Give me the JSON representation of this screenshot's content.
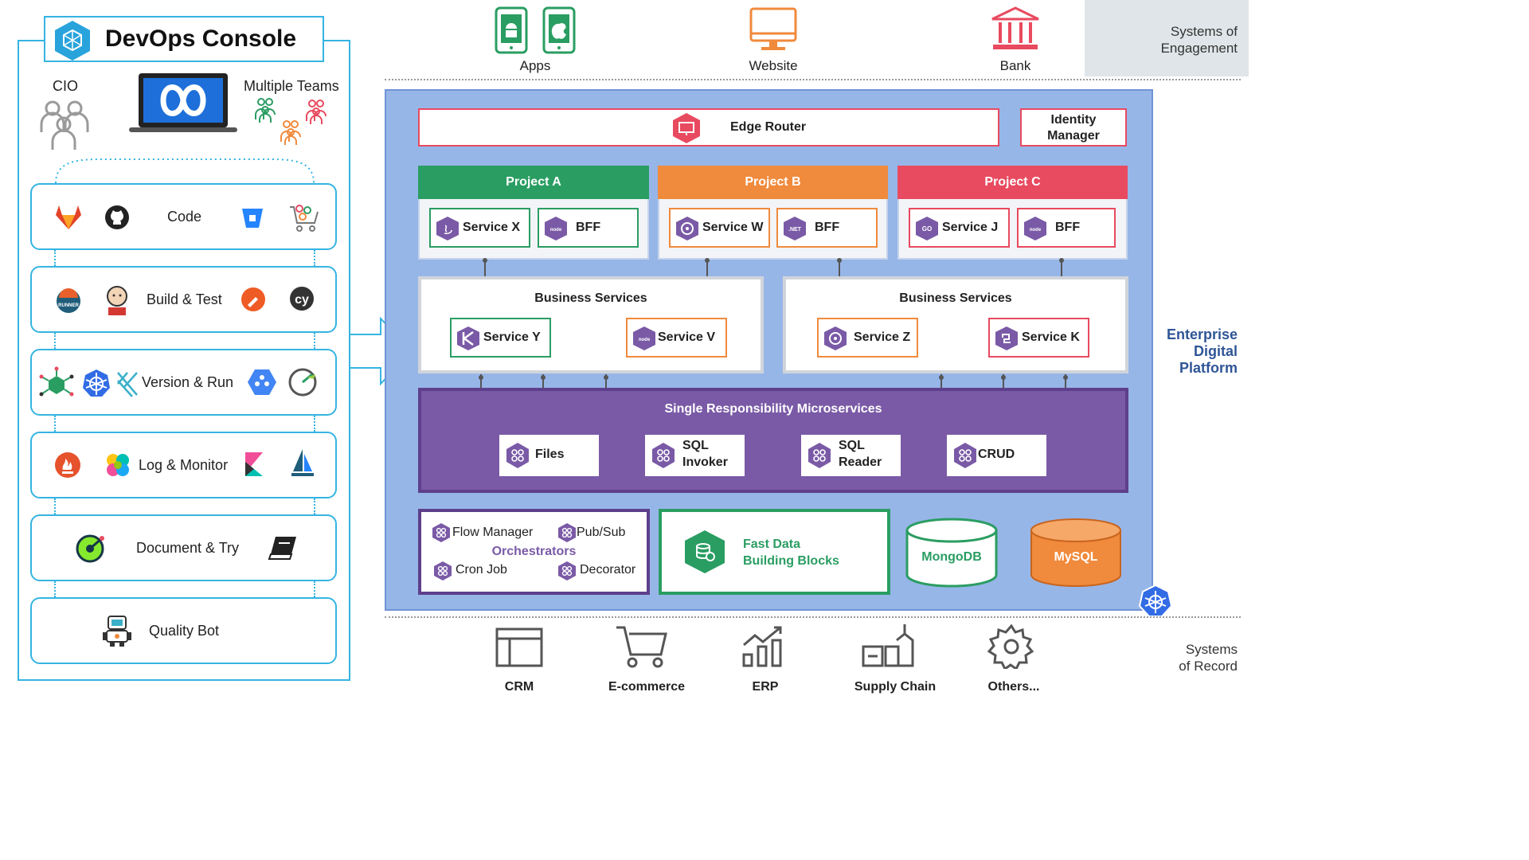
{
  "console": {
    "title": "DevOps Console",
    "cio_label": "CIO",
    "teams_label": "Multiple Teams",
    "cards": [
      {
        "label": "Code"
      },
      {
        "label": "Build & Test"
      },
      {
        "label": "Version & Run"
      },
      {
        "label": "Log & Monitor"
      },
      {
        "label": "Document & Try"
      },
      {
        "label": "Quality Bot"
      }
    ]
  },
  "engagement": {
    "apps": "Apps",
    "website": "Website",
    "bank": "Bank",
    "section_label_1": "Systems of",
    "section_label_2": "Engagement"
  },
  "platform": {
    "edge_router": "Edge Router",
    "identity_manager_1": "Identity",
    "identity_manager_2": "Manager",
    "label_1": "Enterprise",
    "label_2": "Digital",
    "label_3": "Platform",
    "projects": [
      {
        "name": "Project A",
        "color": "#2a9d62",
        "services": [
          {
            "label": "Service X"
          },
          {
            "label": "BFF"
          }
        ]
      },
      {
        "name": "Project B",
        "color": "#f08a3c",
        "services": [
          {
            "label": "Service W"
          },
          {
            "label": "BFF"
          }
        ]
      },
      {
        "name": "Project C",
        "color": "#e84a5f",
        "services": [
          {
            "label": "Service J"
          },
          {
            "label": "BFF"
          }
        ]
      }
    ],
    "business_left": {
      "title": "Business Services",
      "services": [
        {
          "label": "Service Y"
        },
        {
          "label": "Service V"
        }
      ]
    },
    "business_right": {
      "title": "Business Services",
      "services": [
        {
          "label": "Service Z"
        },
        {
          "label": "Service K"
        }
      ]
    },
    "microservices": {
      "title": "Single Responsibility Microservices",
      "items": [
        {
          "label_1": "Files",
          "label_2": ""
        },
        {
          "label_1": "SQL",
          "label_2": "Invoker"
        },
        {
          "label_1": "SQL",
          "label_2": "Reader"
        },
        {
          "label_1": "CRUD",
          "label_2": ""
        }
      ]
    },
    "orchestrators": {
      "title": "Orchestrators",
      "flow_manager": "Flow Manager",
      "pub_sub": "Pub/Sub",
      "cron_job": "Cron Job",
      "decorator": "Decorator"
    },
    "fast_data_1": "Fast Data",
    "fast_data_2": "Building Blocks",
    "mongodb": "MongoDB",
    "mysql": "MySQL"
  },
  "records": {
    "crm": "CRM",
    "ecommerce": "E-commerce",
    "erp": "ERP",
    "supply_chain": "Supply Chain",
    "others": "Others...",
    "section_label_1": "Systems",
    "section_label_2": "of Record"
  },
  "colors": {
    "console_border": "#35b4e1",
    "platform_bg": "#97b6e8",
    "project_a": "#2a9d62",
    "project_b": "#f08a3c",
    "project_c": "#e84a5f",
    "microservices": "#7a5aa6",
    "platform_label": "#2f5597"
  }
}
